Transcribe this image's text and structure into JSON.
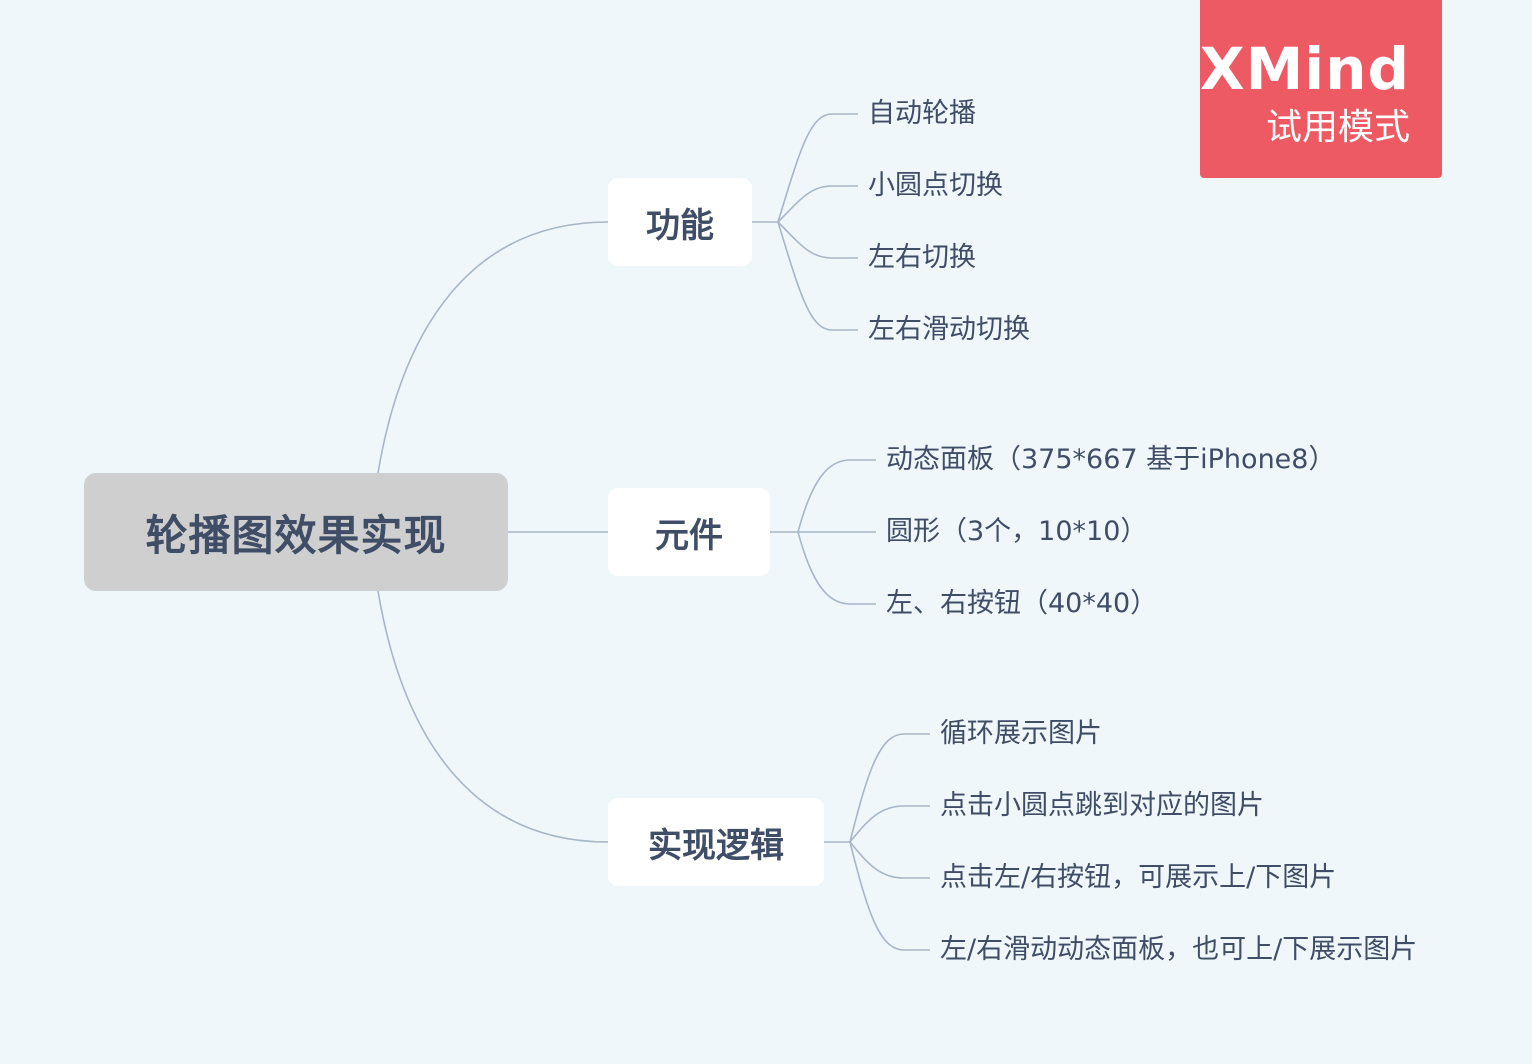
{
  "root": {
    "label": "轮播图效果实现"
  },
  "branches": [
    {
      "label": "功能",
      "children": [
        "自动轮播",
        "小圆点切换",
        "左右切换",
        "左右滑动切换"
      ]
    },
    {
      "label": "元件",
      "children": [
        "动态面板（375*667 基于iPhone8）",
        "圆形（3个，10*10）",
        "左、右按钮（40*40）"
      ]
    },
    {
      "label": "实现逻辑",
      "children": [
        "循环展示图片",
        "点击小圆点跳到对应的图片",
        "点击左/右按钮，可展示上/下图片",
        "左/右滑动动态面板，也可上/下展示图片"
      ]
    }
  ],
  "watermark": {
    "brand": "XMind",
    "mode": "试用模式"
  },
  "colors": {
    "background": "#eff7fa",
    "connector": "#a7b6c8",
    "root_fill": "#cfcfcf",
    "node_text": "#3f4d66",
    "watermark_fill": "#ee5a63"
  }
}
